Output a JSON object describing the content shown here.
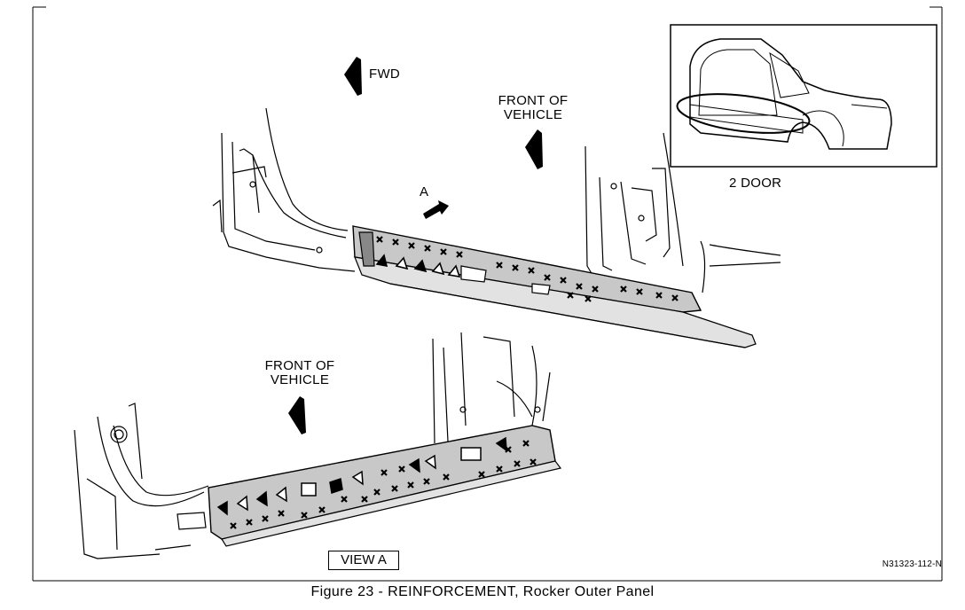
{
  "labels": {
    "fwd": "FWD",
    "front_of_vehicle_top": [
      "FRONT OF",
      "VEHICLE"
    ],
    "front_of_vehicle_bottom": [
      "FRONT OF",
      "VEHICLE"
    ],
    "view_marker": "A",
    "two_door": "2 DOOR",
    "view_a": "VIEW A"
  },
  "reference_code": "N31323-112-N",
  "caption": "Figure 23 - REINFORCEMENT, Rocker Outer Panel"
}
